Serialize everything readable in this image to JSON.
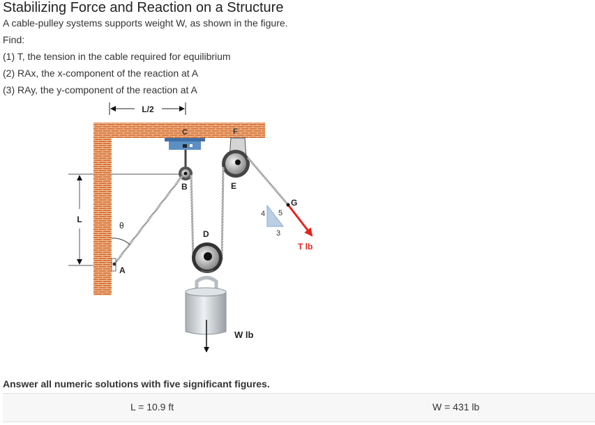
{
  "problem": {
    "title": "Stabilizing Force and Reaction on a Structure",
    "description": "A cable-pulley systems supports weight W, as shown in the figure.",
    "find_label": "Find:",
    "items": [
      "(1) T, the tension in the cable required for equilibrium",
      "(2) RAx, the x-component of the reaction at A",
      "(3) RAy, the y-component of the reaction at A"
    ],
    "note": "Answer all numeric solutions with five significant figures."
  },
  "figure": {
    "dim_half": "L/2",
    "dim_full": "L",
    "angle": "θ",
    "points": {
      "A": "A",
      "B": "B",
      "C": "C",
      "D": "D",
      "E": "E",
      "F": "F",
      "G": "G"
    },
    "slope": {
      "rise": "4",
      "hyp": "5",
      "run": "3"
    },
    "tension_label": "T lb",
    "weight_label": "W lb",
    "colors": {
      "brick": "#d9743a",
      "mortar": "#f2c9a3",
      "tension": "#e8231c",
      "triangle": "#b9cfe6",
      "bracket": "#5d8fc4",
      "bucket": "#c9ced3"
    }
  },
  "given": {
    "L": "L = 10.9 ft",
    "W": "W = 431 lb"
  }
}
